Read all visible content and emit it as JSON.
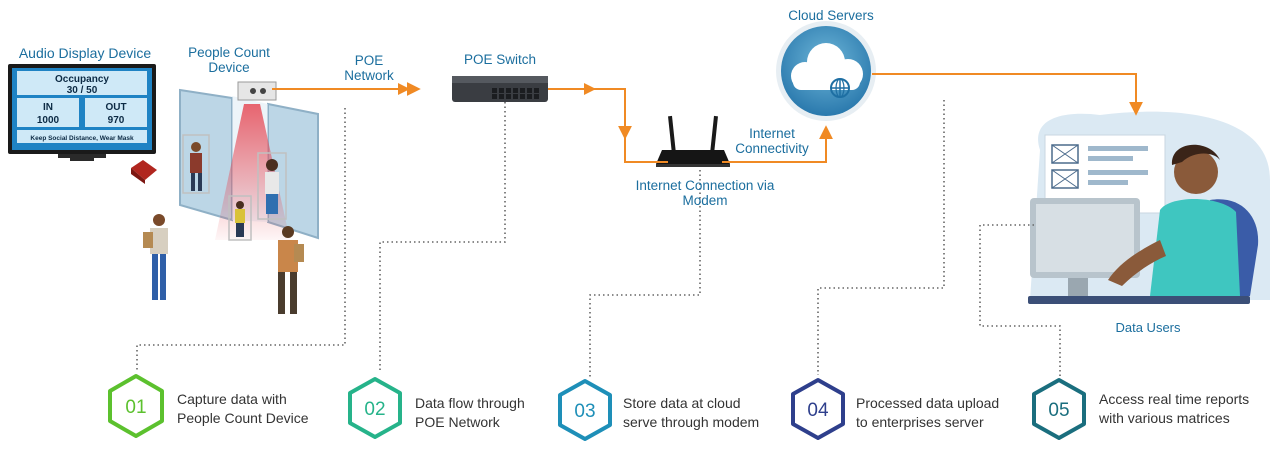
{
  "labels": {
    "audio_device": "Audio Display Device",
    "people_count_device": "People Count Device",
    "poe_network": "POE Network",
    "poe_switch": "POE Switch",
    "internet_connection": "Internet Connection via Modem",
    "internet_connectivity": "Internet Connectivity",
    "cloud_servers": "Cloud Servers",
    "data_users": "Data Users"
  },
  "display": {
    "occupancy_label": "Occupancy",
    "occupancy_value": "30 / 50",
    "in_label": "IN",
    "in_value": "1000",
    "out_label": "OUT",
    "out_value": "970",
    "message": "Keep Social Distance, Wear Mask"
  },
  "steps": [
    {
      "number": "01",
      "text_line1": "Capture data with",
      "text_line2": "People Count Device",
      "color": "#5cc12e"
    },
    {
      "number": "02",
      "text_line1": "Data flow through",
      "text_line2": "POE Network",
      "color": "#26b38a"
    },
    {
      "number": "03",
      "text_line1": "Store data at cloud",
      "text_line2": "serve through modem",
      "color": "#1e8fb8"
    },
    {
      "number": "04",
      "text_line1": "Processed data upload",
      "text_line2": "to enterprises server",
      "color": "#2e3f8c"
    },
    {
      "number": "05",
      "text_line1": "Access real time reports",
      "text_line2": "with various matrices",
      "color": "#1a6e7e"
    }
  ],
  "colors": {
    "accent_orange": "#f08a24",
    "label_blue": "#1b6e9e",
    "dotted_gray": "#666666"
  }
}
